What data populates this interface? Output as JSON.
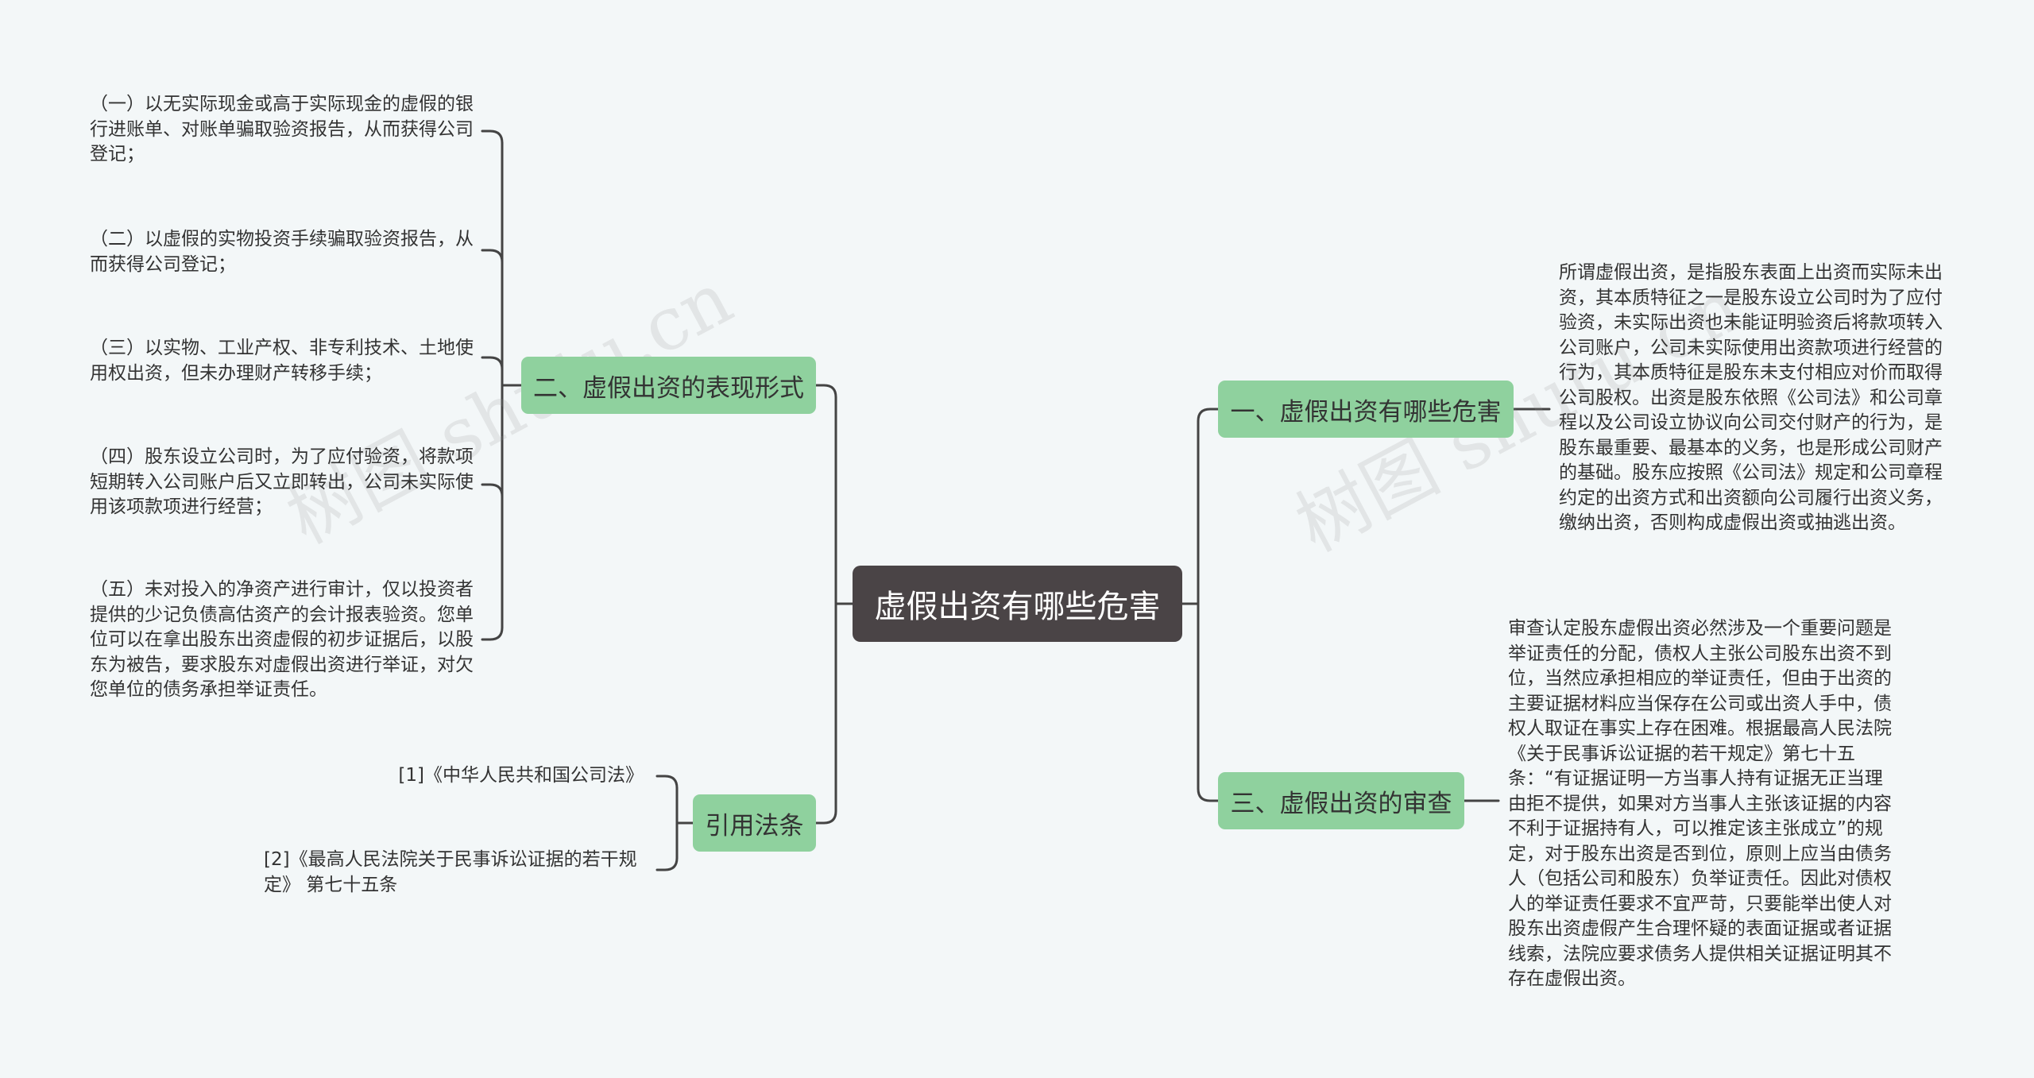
{
  "root": {
    "label": "虚假出资有哪些危害"
  },
  "branches": {
    "b1": {
      "label": "一、虚假出资有哪些危害"
    },
    "b2": {
      "label": "二、虚假出资的表现形式"
    },
    "b3": {
      "label": "三、虚假出资的审查"
    },
    "b4": {
      "label": "引用法条"
    }
  },
  "leaves": {
    "b1_text": "所谓虚假出资，是指股东表面上出资而实际未出资，其本质特征之一是股东设立公司时为了应付验资，未实际出资也未能证明验资后将款项转入公司账户，公司未实际使用出资款项进行经营的行为，其本质特征是股东未支付相应对价而取得公司股权。出资是股东依照《公司法》和公司章程以及公司设立协议向公司交付财产的行为，是股东最重要、最基本的义务，也是形成公司财产的基础。股东应按照《公司法》规定和公司章程约定的出资方式和出资额向公司履行出资义务，缴纳出资，否则构成虚假出资或抽逃出资。",
    "b2_1": "（一）以无实际现金或高于实际现金的虚假的银行进账单、对账单骗取验资报告，从而获得公司登记；",
    "b2_2": "（二）以虚假的实物投资手续骗取验资报告，从而获得公司登记；",
    "b2_3": "（三）以实物、工业产权、非专利技术、土地使用权出资，但未办理财产转移手续；",
    "b2_4": "（四）股东设立公司时，为了应付验资，将款项短期转入公司账户后又立即转出，公司未实际使用该项款项进行经营；",
    "b2_5": "（五）未对投入的净资产进行审计，仅以投资者提供的少记负债高估资产的会计报表验资。您单位可以在拿出股东出资虚假的初步证据后，以股东为被告，要求股东对虚假出资进行举证，对欠您单位的债务承担举证责任。",
    "b3_text": "审查认定股东虚假出资必然涉及一个重要问题是举证责任的分配，债权人主张公司股东出资不到位，当然应承担相应的举证责任，但由于出资的主要证据材料应当保存在公司或出资人手中，债权人取证在事实上存在困难。根据最高人民法院《关于民事诉讼证据的若干规定》第七十五条：“有证据证明一方当事人持有证据无正当理由拒不提供，如果对方当事人主张该证据的内容不利于证据持有人，可以推定该主张成立”的规定，对于股东出资是否到位，原则上应当由债务人（包括公司和股东）负举证责任。因此对债权人的举证责任要求不宜严苛，只要能举出使人对股东出资虚假产生合理怀疑的表面证据或者证据线索，法院应要求债务人提供相关证据证明其不存在虚假出资。",
    "b4_1": "[1]《中华人民共和国公司法》",
    "b4_2": "[2]《最高人民法院关于民事诉讼证据的若干规定》 第七十五条"
  },
  "watermark": "树图 shutu.cn",
  "colors": {
    "background": "#f3f7f8",
    "root_fill": "#4a4446",
    "branch_fill": "#8fd19e",
    "edge": "#444444"
  }
}
